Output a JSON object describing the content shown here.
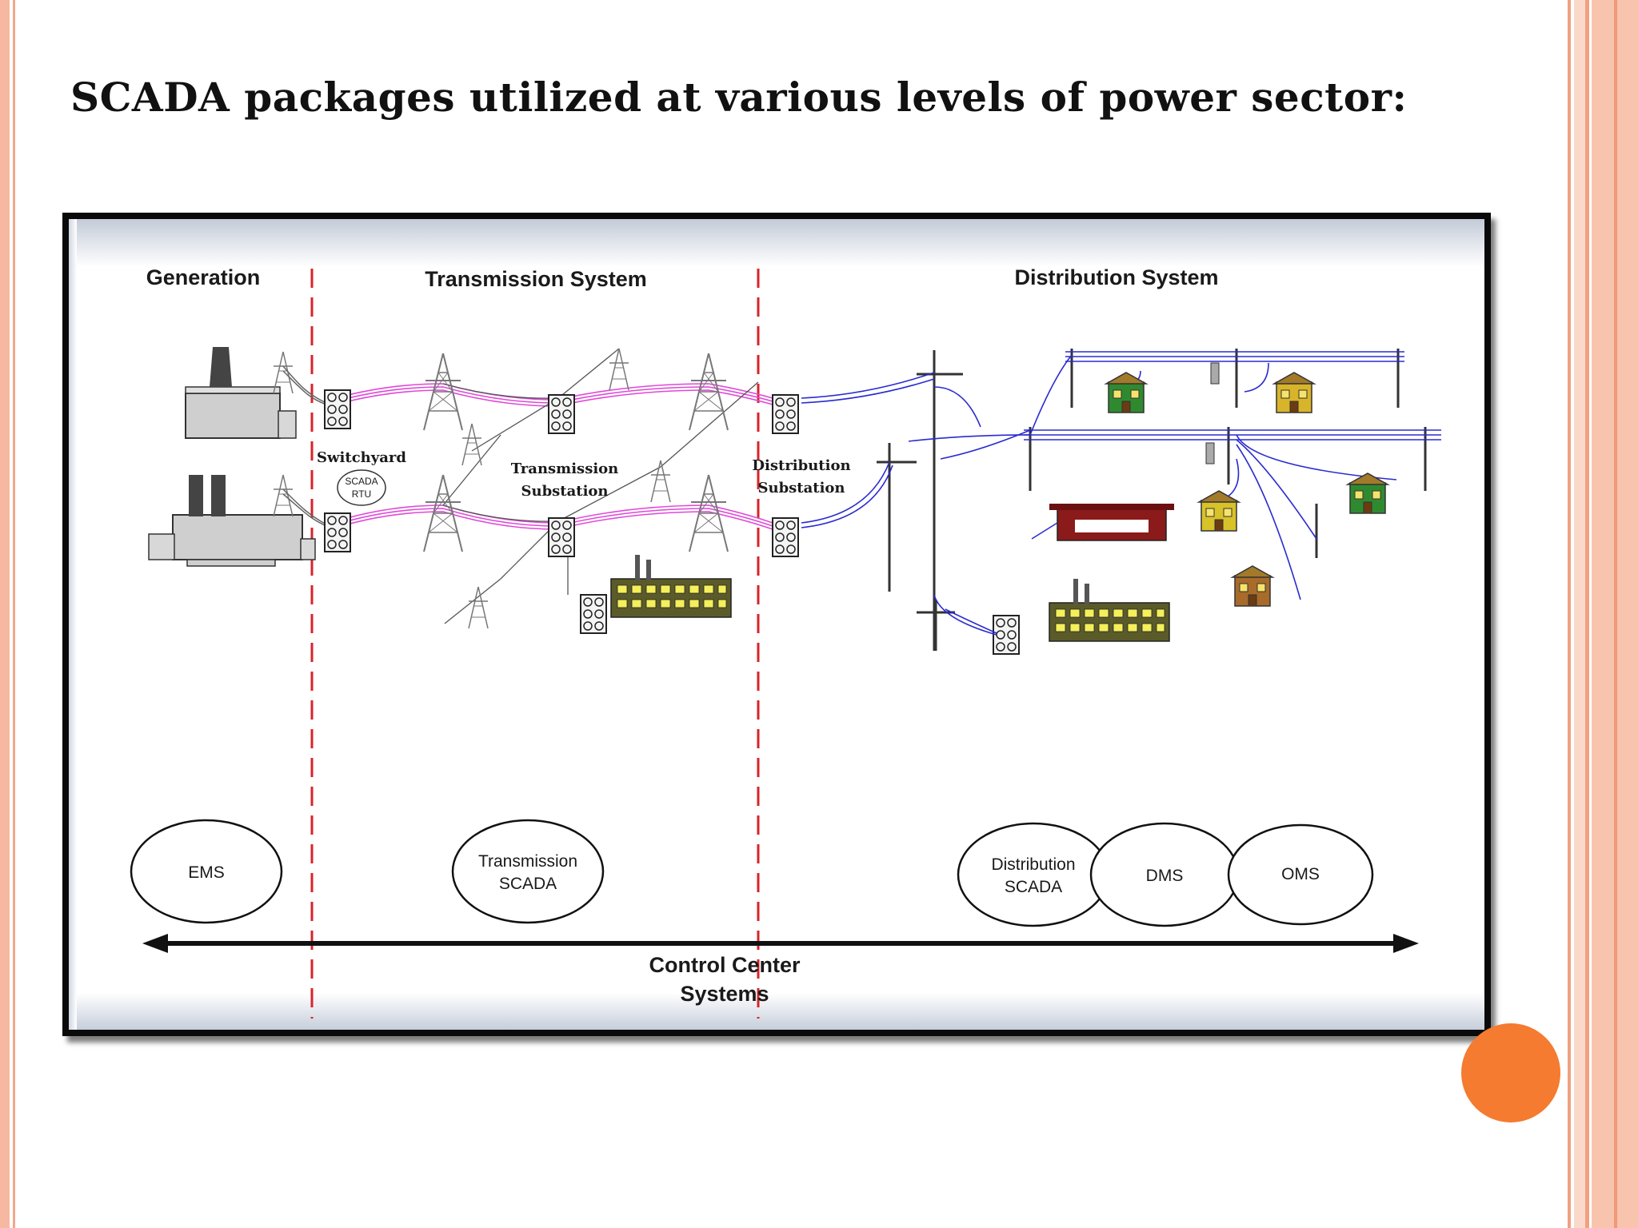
{
  "slide": {
    "title": "SCADA packages utilized at various levels of power sector:"
  },
  "diagram": {
    "sections": {
      "generation": "Generation",
      "transmission": "Transmission System",
      "distribution": "Distribution System"
    },
    "labels": {
      "switchyard": "Switchyard",
      "scada_rtu_line1": "SCADA",
      "scada_rtu_line2": "RTU",
      "transmission_substation_line1": "Transmission",
      "transmission_substation_line2": "Substation",
      "distribution_substation_line1": "Distribution",
      "distribution_substation_line2": "Substation"
    },
    "systems": {
      "ems": "EMS",
      "transmission_scada_line1": "Transmission",
      "transmission_scada_line2": "SCADA",
      "distribution_scada_line1": "Distribution",
      "distribution_scada_line2": "SCADA",
      "dms": "DMS",
      "oms": "OMS"
    },
    "control_center_line1": "Control Center",
    "control_center_line2": "Systems"
  },
  "colors": {
    "divider": "#d8232a",
    "transmission_line": "#e048d8",
    "distribution_line": "#2a2ad0",
    "accent_dot": "#f47b30",
    "border_salmon": "#f3a68a"
  }
}
